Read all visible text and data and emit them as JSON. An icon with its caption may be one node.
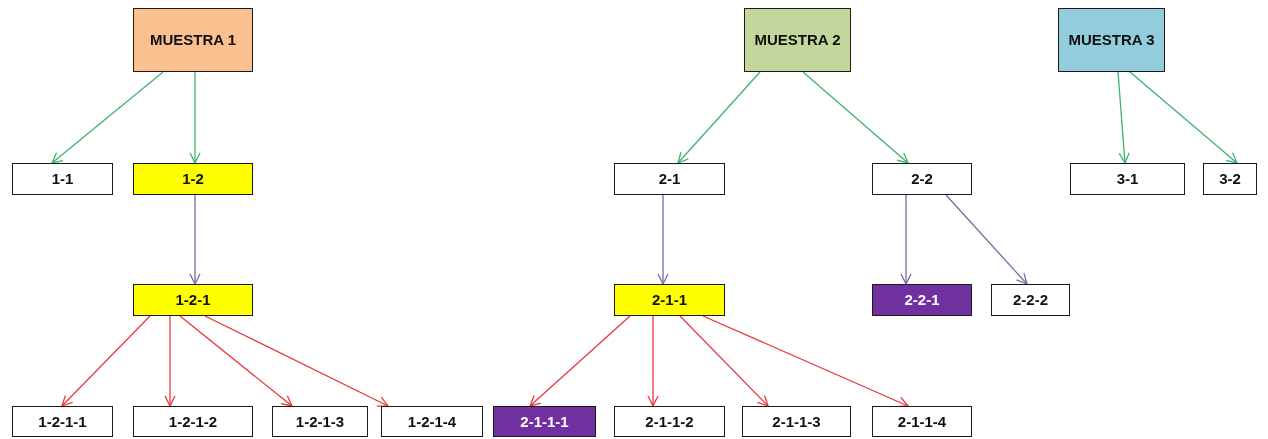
{
  "diagram": {
    "nodes": [
      {
        "text": [
          "MUESTRA 1"
        ]
      },
      {
        "text": [
          "MUESTRA 2"
        ]
      },
      {
        "text": [
          "MUESTRA 3"
        ]
      },
      {
        "text": [
          "1-1"
        ]
      },
      {
        "text": [
          "1-2"
        ]
      },
      {
        "text": [
          "2-1"
        ]
      },
      {
        "text": [
          "2-2"
        ]
      },
      {
        "text": [
          "3-1"
        ]
      },
      {
        "text": [
          "3-2"
        ]
      },
      {
        "text": [
          "1-2-1"
        ]
      },
      {
        "text": [
          "2-1-1"
        ]
      },
      {
        "text": [
          "2-2-1"
        ]
      },
      {
        "text": [
          "2-2-2"
        ]
      },
      {
        "text": [
          "1-2-1-1"
        ]
      },
      {
        "text": [
          "1-2-1-2"
        ]
      },
      {
        "text": [
          "1-2-1-3"
        ]
      },
      {
        "text": [
          "1-2-1-4"
        ]
      },
      {
        "text": [
          "2-1-1-1"
        ]
      },
      {
        "text": [
          "2-1-1-2"
        ]
      },
      {
        "text": [
          "2-1-1-3"
        ]
      },
      {
        "text": [
          "2-1-1-4"
        ]
      }
    ],
    "edges": [
      {
        "from": 0,
        "to": 3,
        "arrow": "to",
        "color": "#3cb46e"
      },
      {
        "from": 0,
        "to": 4,
        "arrow": "to",
        "color": "#3cb46e"
      },
      {
        "from": 1,
        "to": 5,
        "arrow": "to",
        "color": "#3cb46e"
      },
      {
        "from": 1,
        "to": 6,
        "arrow": "to",
        "color": "#3cb46e"
      },
      {
        "from": 2,
        "to": 7,
        "arrow": "to",
        "color": "#3cb46e"
      },
      {
        "from": 2,
        "to": 8,
        "arrow": "to",
        "color": "#3cb46e"
      },
      {
        "from": 4,
        "to": 9,
        "arrow": "to",
        "color": "#8064a2"
      },
      {
        "from": 5,
        "to": 10,
        "arrow": "to",
        "color": "#8064a2"
      },
      {
        "from": 6,
        "to": 11,
        "arrow": "to",
        "color": "#8064a2"
      },
      {
        "from": 6,
        "to": 12,
        "arrow": "to",
        "color": "#8064a2"
      },
      {
        "from": 9,
        "to": 13,
        "arrow": "to",
        "color": "#e8383d"
      },
      {
        "from": 9,
        "to": 14,
        "arrow": "to",
        "color": "#e8383d"
      },
      {
        "from": 9,
        "to": 15,
        "arrow": "to",
        "color": "#e8383d"
      },
      {
        "from": 9,
        "to": 16,
        "arrow": "to",
        "color": "#e8383d"
      },
      {
        "from": 10,
        "to": 17,
        "arrow": "to",
        "color": "#e8383d"
      },
      {
        "from": 10,
        "to": 18,
        "arrow": "to",
        "color": "#e8383d"
      },
      {
        "from": 10,
        "to": 19,
        "arrow": "to",
        "color": "#e8383d"
      },
      {
        "from": 10,
        "to": 20,
        "arrow": "to",
        "color": "#e8383d"
      }
    ]
  }
}
